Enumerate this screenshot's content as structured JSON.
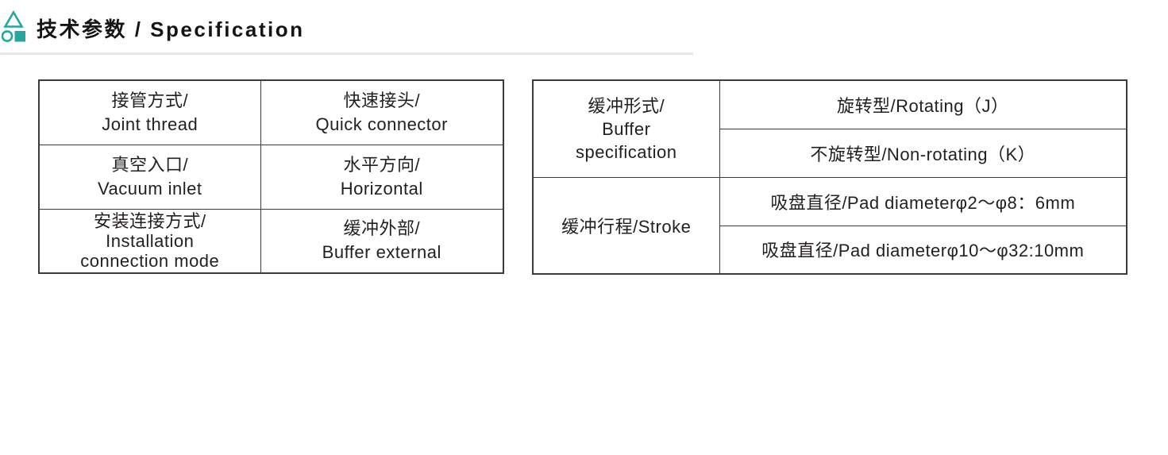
{
  "accent_color": "#25a79f",
  "header": {
    "title": "技术参数 / Specification"
  },
  "left_table": {
    "rows": [
      {
        "param": [
          "接管方式/",
          "Joint thread"
        ],
        "value": [
          "快速接头/",
          "Quick connector"
        ]
      },
      {
        "param": [
          "真空入口/",
          "Vacuum inlet"
        ],
        "value": [
          "水平方向/",
          "Horizontal"
        ]
      },
      {
        "param": [
          "安装连接方式/",
          "Installation",
          "connection mode"
        ],
        "value": [
          "缓冲外部/",
          "Buffer external"
        ]
      }
    ]
  },
  "right_table": {
    "buffer_header": [
      "缓冲形式/",
      "Buffer",
      "specification"
    ],
    "buffer_options": [
      "旋转型/Rotating（J）",
      "不旋转型/Non-rotating（K）"
    ],
    "stroke_header": "缓冲行程/Stroke",
    "stroke_values": [
      "吸盘直径/Pad diameterφ2～φ8：6mm",
      "吸盘直径/Pad diameterφ10～φ32:10mm"
    ]
  }
}
